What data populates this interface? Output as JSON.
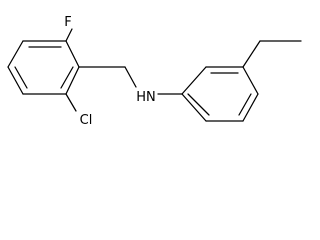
{
  "molecule": {
    "atoms": {
      "fluorine": "F",
      "chlorine": "Cl",
      "amine": "HN"
    }
  }
}
